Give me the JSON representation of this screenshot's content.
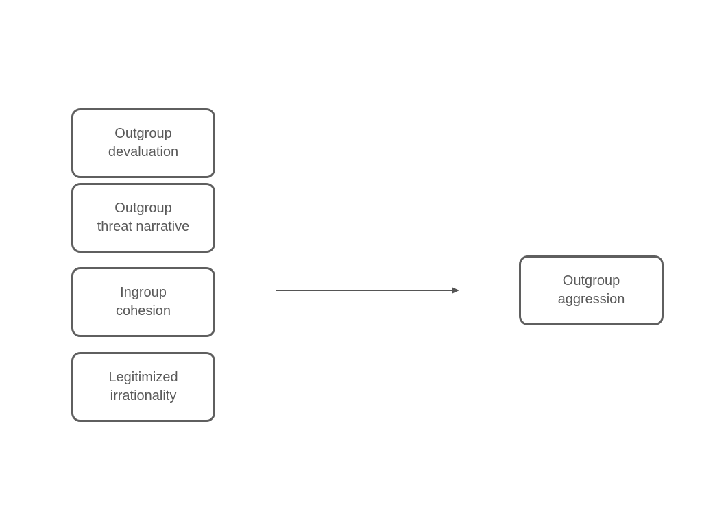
{
  "diagram": {
    "predictors": [
      {
        "label": "Outgroup\ndevaluation"
      },
      {
        "label": "Outgroup\nthreat narrative"
      },
      {
        "label": "Ingroup\ncohesion"
      },
      {
        "label": "Legitimized\nirrationality"
      }
    ],
    "outcome": {
      "label": "Outgroup\naggression"
    },
    "colors": {
      "border": "#5f5f5f",
      "text": "#595959",
      "arrow": "#555555"
    }
  }
}
